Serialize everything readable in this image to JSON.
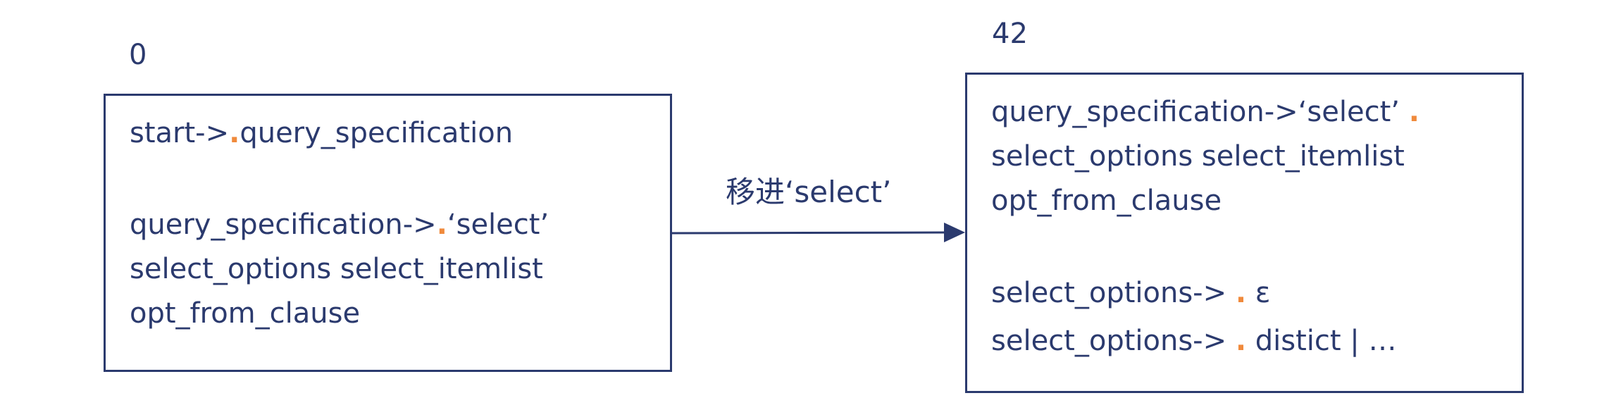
{
  "states": [
    {
      "id": "0",
      "items": [
        {
          "before": "start->",
          "dot": ".",
          "after": "query_specification"
        },
        {
          "before": "query_specification->",
          "dot": ".",
          "after": "‘select’",
          "continuation": [
            "select_options select_itemlist",
            "opt_from_clause"
          ]
        }
      ]
    },
    {
      "id": "42",
      "items": [
        {
          "before": "query_specification->‘select’ ",
          "dot": ".",
          "after": "",
          "continuation": [
            "select_options select_itemlist",
            "opt_from_clause"
          ]
        },
        {
          "before": "select_options-> ",
          "dot": ".",
          "after": " ε"
        },
        {
          "before": "select_options-> ",
          "dot": ".",
          "after": " distict | …"
        }
      ]
    }
  ],
  "transition": {
    "from": "0",
    "to": "42",
    "label": "移进‘select’"
  },
  "colors": {
    "line": "#2b3a6e",
    "dot": "#f08a3c"
  }
}
